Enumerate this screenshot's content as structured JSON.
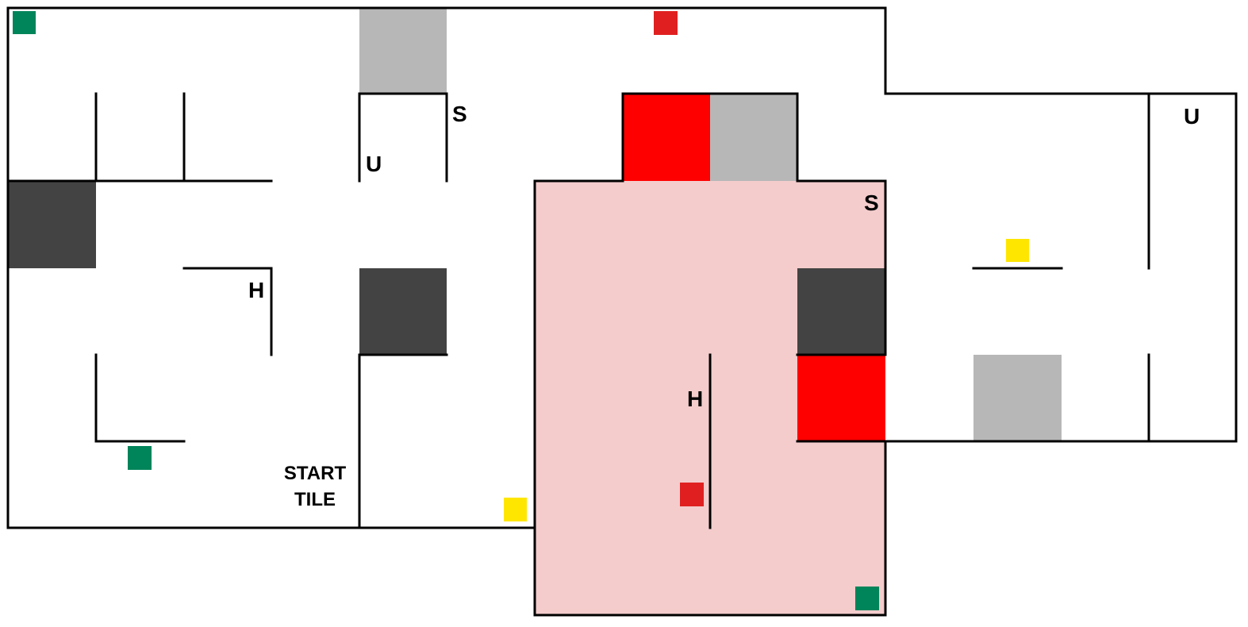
{
  "colors": {
    "background": "#ffffff",
    "wall": "#000000",
    "zone": "#f4cccc",
    "black_tile": "#434343",
    "checkpoint_tile": "#b7b7b7",
    "red_tile": "#ff0000",
    "victim_red": "#e02020",
    "victim_green": "#00845a",
    "victim_yellow": "#ffe600"
  },
  "labels": {
    "s_top": "S",
    "u_top": "U",
    "h_left": "H",
    "start_line1": "START",
    "start_line2": "TILE",
    "s_zone": "S",
    "h_zone": "H",
    "u_right": "U"
  }
}
